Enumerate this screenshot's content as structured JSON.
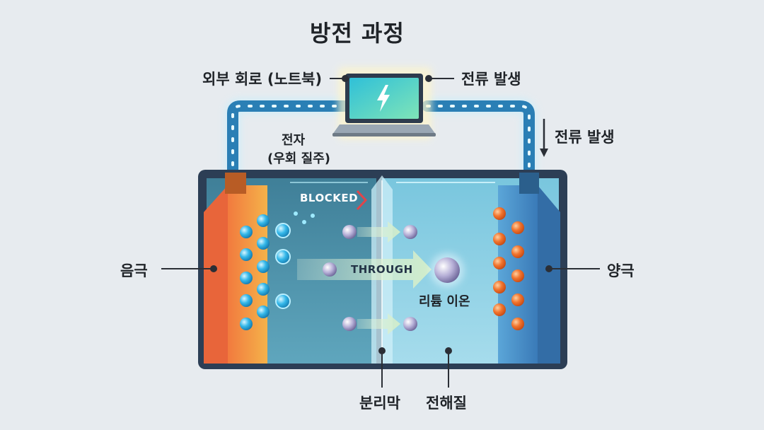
{
  "title": "방전 과정",
  "labels": {
    "external_circuit": "외부 회로 (노트북)",
    "current_top": "전류 발생",
    "current_side": "전류 발생",
    "electron_line1": "전자",
    "electron_line2": "(우회 질주)",
    "blocked": "BLOCKED",
    "through": "THROUGH",
    "anode": "음극",
    "cathode": "양극",
    "lithium_ion": "리튬 이온",
    "separator": "분리막",
    "electrolyte": "전해질"
  },
  "colors": {
    "background": "#e7ebef",
    "anode": "#f0913a",
    "cathode": "#3f86c2",
    "electrolyte": "#8fd0e6",
    "wire_glow": "#9fe6ff",
    "electron": "#2fb7e8",
    "cathode_ion": "#f06a2a",
    "lithium_ion": "#b9b3d8",
    "arrow": "#cfe9c5",
    "blocked_arrow": "#e0454a"
  },
  "icons": [
    "laptop-icon",
    "lightning-bolt-icon",
    "arrow-down-icon"
  ]
}
